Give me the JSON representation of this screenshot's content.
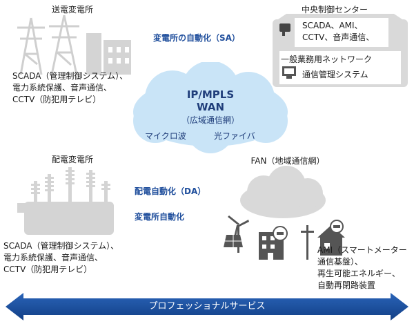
{
  "transmission": {
    "title": "送電変電所",
    "lines": [
      "SCADA（管理制御システム）、",
      "電力系統保護、音声通信、",
      "CCTV（防犯用テレビ）"
    ]
  },
  "control_center": {
    "title": "中央制御センター",
    "lines": [
      "SCADA、AMI、",
      "CCTV、音声通信、"
    ],
    "network_label": "一般業務用ネットワーク",
    "comm_label": "通信管理システム"
  },
  "sa_label": "変電所の自動化（SA）",
  "cloud": {
    "line1": "IP/MPLS",
    "line2": "WAN",
    "line3": "（広域通信網）",
    "left": "マイクロ波",
    "right": "光ファイバ"
  },
  "distribution": {
    "title": "配電変電所",
    "lines": [
      "SCADA（管理制御システム）、",
      "電力系統保護、音声通信、",
      "CCTV（防犯用テレビ）"
    ]
  },
  "da_label": "配電自動化（DA）",
  "substation_label": "変電所自動化",
  "fan": {
    "title": "FAN（地域通信網）",
    "lines": [
      "AMI（スマートメーター",
      "通信基盤）、",
      "再生可能エネルギー、",
      "自動再閉路装置"
    ]
  },
  "arrow_label": "プロフェッショナルサービス",
  "colors": {
    "accent": "#1f4e9c",
    "cloud": "#c9e4f7",
    "gray_cloud": "#d9d9d9",
    "icon": "#d4d4d4"
  }
}
